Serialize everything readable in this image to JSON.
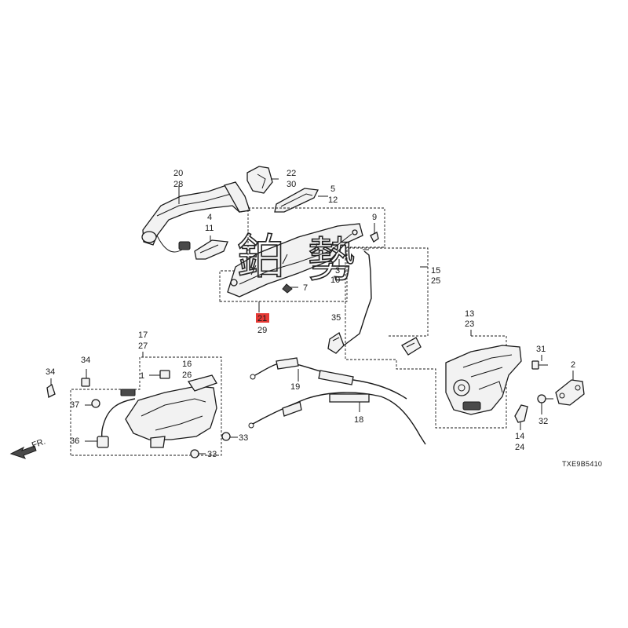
{
  "callouts": {
    "c20": "20",
    "c28": "28",
    "c22": "22",
    "c30": "30",
    "c5": "5",
    "c12": "12",
    "c4": "4",
    "c11": "11",
    "c9": "9",
    "c3": "3",
    "c10": "10",
    "c7": "7",
    "c21": "21",
    "c29": "29",
    "c15": "15",
    "c25": "25",
    "c35": "35",
    "c13": "13",
    "c23": "23",
    "c31": "31",
    "c2": "2",
    "c17": "17",
    "c27": "27",
    "c16": "16",
    "c26": "26",
    "c34": "34",
    "c1": "1",
    "c37": "37",
    "c36": "36",
    "c33a": "33",
    "c33b": "33",
    "c19": "19",
    "c18": "18",
    "c14": "14",
    "c24": "24",
    "c32": "32"
  },
  "direction_label": "FR.",
  "diagram_code": "TXE9B5410",
  "watermark": [
    "鉑",
    "勢"
  ],
  "highlight_color": "#e53935"
}
